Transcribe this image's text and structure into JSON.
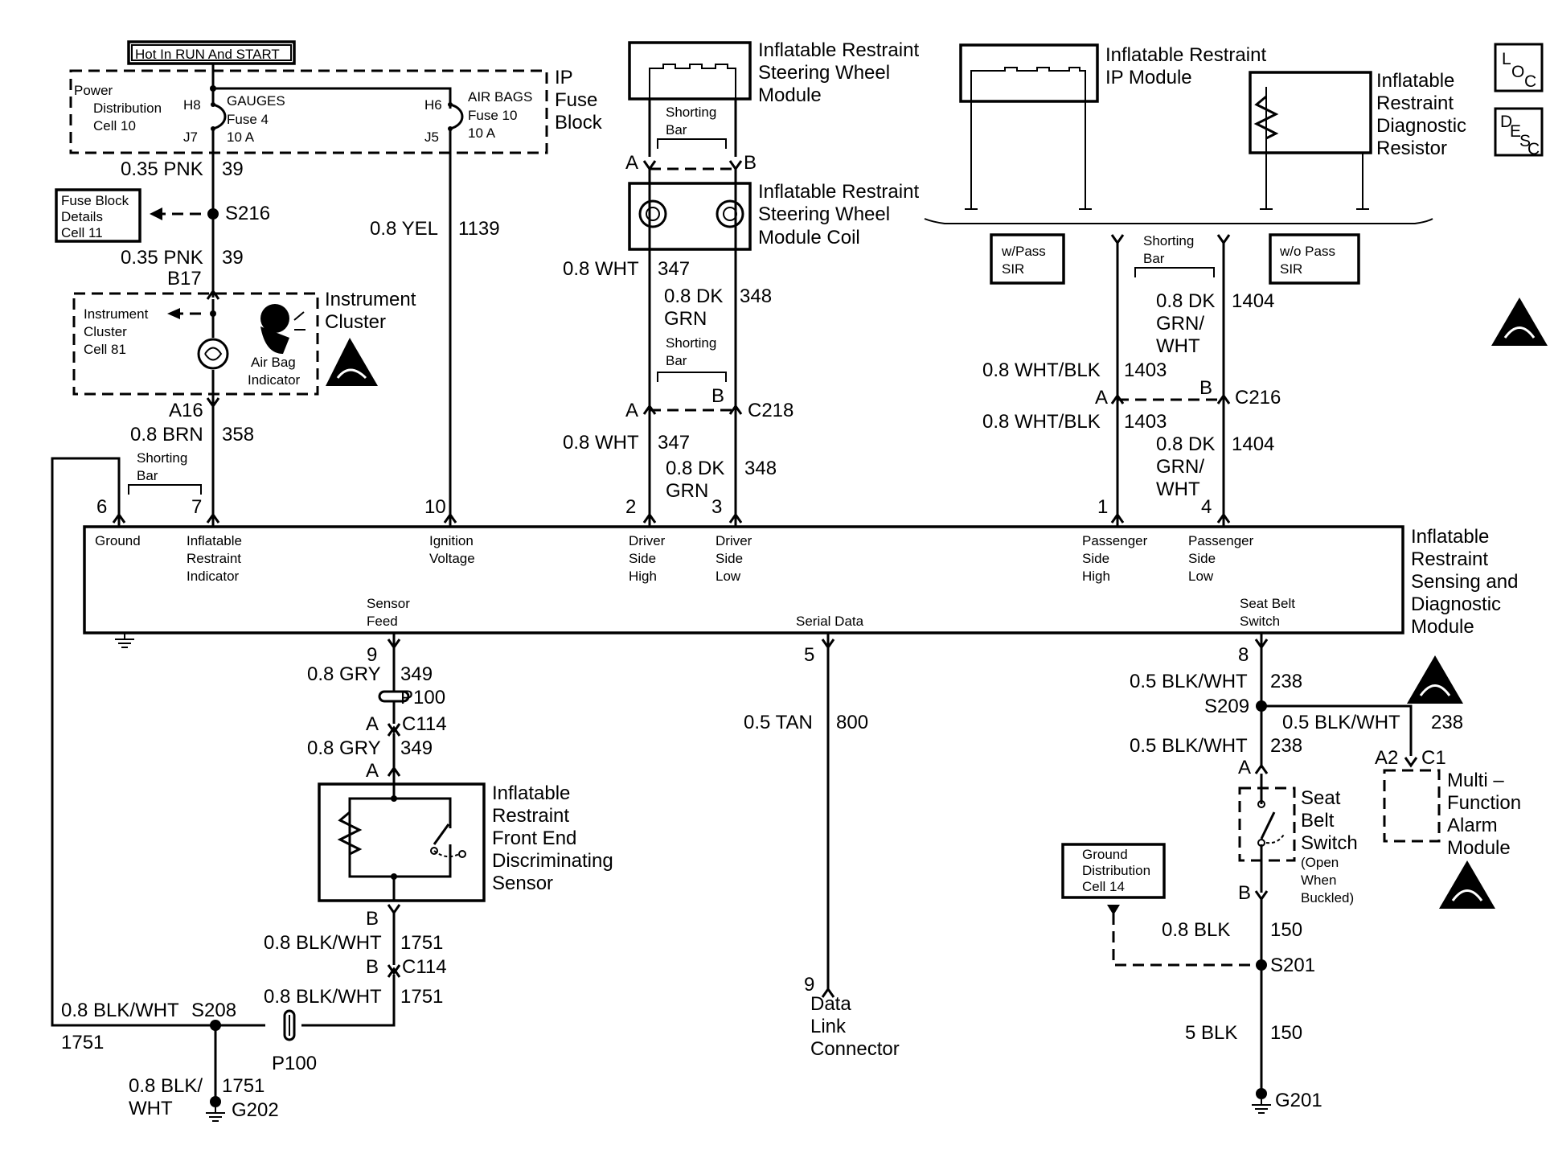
{
  "hot_in_run": "Hot In RUN And START",
  "fuse_block": {
    "title": [
      "IP",
      "Fuse",
      "Block"
    ],
    "power_dist": [
      "Power",
      "Distribution",
      "Cell 10"
    ],
    "h8": "H8",
    "j7": "J7",
    "h6": "H6",
    "j5": "J5",
    "gauges": [
      "GAUGES",
      "Fuse 4",
      "10 A"
    ],
    "airbags": [
      "AIR BAGS",
      "Fuse 10",
      "10 A"
    ]
  },
  "loc_icon": "loc-icon",
  "desc_icon": "desc-icon",
  "esd_icon": "esd-sensitive-icon",
  "wires": {
    "pnk39_top": [
      "0.35 PNK",
      "39"
    ],
    "pnk39_bot": [
      "0.35 PNK",
      "39"
    ],
    "yel1139": [
      "0.8 YEL",
      "1139"
    ],
    "brn358": [
      "0.8 BRN",
      "358"
    ],
    "wht347_top": [
      "0.8 WHT",
      "347"
    ],
    "dkgrn348_top": [
      "0.8 DK",
      "GRN",
      "348"
    ],
    "wht347_bot": [
      "0.8 WHT",
      "347"
    ],
    "dkgrn348_bot": [
      "0.8 DK",
      "GRN",
      "348"
    ],
    "whtblk1403_top": [
      "0.8 WHT/BLK",
      "1403"
    ],
    "whtblk1403_bot": [
      "0.8 WHT/BLK",
      "1403"
    ],
    "dkgrnwht1404_top": [
      "0.8 DK",
      "GRN/",
      "WHT",
      "1404"
    ],
    "dkgrnwht1404_bot": [
      "0.8 DK",
      "GRN/",
      "WHT",
      "1404"
    ],
    "gry349_top": [
      "0.8 GRY",
      "349"
    ],
    "gry349_bot": [
      "0.8 GRY",
      "349"
    ],
    "blkwht1751_a": [
      "0.8 BLK/WHT",
      "1751"
    ],
    "blkwht1751_b": [
      "0.8 BLK/WHT",
      "1751"
    ],
    "blkwht1751_c": [
      "0.8 BLK/WHT",
      "1751"
    ],
    "blkwht1751_d": [
      "0.8 BLK/",
      "WHT",
      "1751"
    ],
    "tan800": [
      "0.5 TAN",
      "800"
    ],
    "blkwht238_a": [
      "0.5 BLK/WHT",
      "238"
    ],
    "blkwht238_b": [
      "0.5 BLK/WHT",
      "238"
    ],
    "blkwht238_c": [
      "0.5 BLK/WHT",
      "238"
    ],
    "blk150_a": [
      "0.8 BLK",
      "150"
    ],
    "blk150_b": [
      "5 BLK",
      "150"
    ]
  },
  "splices": {
    "s216": "S216",
    "s208": "S208",
    "s209": "S209",
    "s201": "S201"
  },
  "grounds": {
    "g202": "G202",
    "g201": "G201"
  },
  "fuse_block_details": [
    "Fuse Block",
    "Details",
    "Cell 11"
  ],
  "instrument_cluster": {
    "label": [
      "Instrument",
      "Cluster"
    ],
    "cell": [
      "Instrument",
      "Cluster",
      "Cell 81"
    ],
    "indicator": [
      "Air Bag",
      "Indicator"
    ],
    "b17": "B17",
    "a16": "A16"
  },
  "shorting_bar": [
    "Shorting",
    "Bar"
  ],
  "sw_module": [
    "Inflatable Restraint",
    "Steering Wheel",
    "Module"
  ],
  "sw_coil": [
    "Inflatable Restraint",
    "Steering Wheel",
    "Module Coil"
  ],
  "ip_module": [
    "Inflatable Restraint",
    "IP Module"
  ],
  "diag_resistor": [
    "Inflatable",
    "Restraint",
    "Diagnostic",
    "Resistor"
  ],
  "w_pass": [
    "w/Pass",
    "SIR"
  ],
  "wo_pass": [
    "w/o Pass",
    "SIR"
  ],
  "conn": {
    "a": "A",
    "b": "B",
    "c218": "C218",
    "c216": "C216",
    "c114": "C114",
    "p100": "P100",
    "a2": "A2",
    "c1": "C1"
  },
  "sdm": {
    "label": [
      "Inflatable",
      "Restraint",
      "Sensing and",
      "Diagnostic",
      "Module"
    ],
    "pins": {
      "p6": "6",
      "p7": "7",
      "p10": "10",
      "p2": "2",
      "p3": "3",
      "p1": "1",
      "p4": "4",
      "p9": "9",
      "p5": "5",
      "p8": "8"
    },
    "ground": "Ground",
    "indicator": [
      "Inflatable",
      "Restraint",
      "Indicator"
    ],
    "ign": [
      "Ignition",
      "Voltage"
    ],
    "dhigh": [
      "Driver",
      "Side",
      "High"
    ],
    "dlow": [
      "Driver",
      "Side",
      "Low"
    ],
    "phigh": [
      "Passenger",
      "Side",
      "High"
    ],
    "plow": [
      "Passenger",
      "Side",
      "Low"
    ],
    "sensor_feed": [
      "Sensor",
      "Feed"
    ],
    "serial_data": "Serial Data",
    "seat_belt": [
      "Seat Belt",
      "Switch"
    ]
  },
  "front_sensor": [
    "Inflatable",
    "Restraint",
    "Front End",
    "Discriminating",
    "Sensor"
  ],
  "dlc": {
    "pin": "9",
    "label": [
      "Data",
      "Link",
      "Connector"
    ]
  },
  "seat_belt_switch": [
    "Seat",
    "Belt",
    "Switch",
    "(Open",
    "When",
    "Buckled)"
  ],
  "mfam": [
    "Multi –",
    "Function",
    "Alarm",
    "Module"
  ],
  "ground_dist": [
    "Ground",
    "Distribution",
    "Cell 14"
  ]
}
